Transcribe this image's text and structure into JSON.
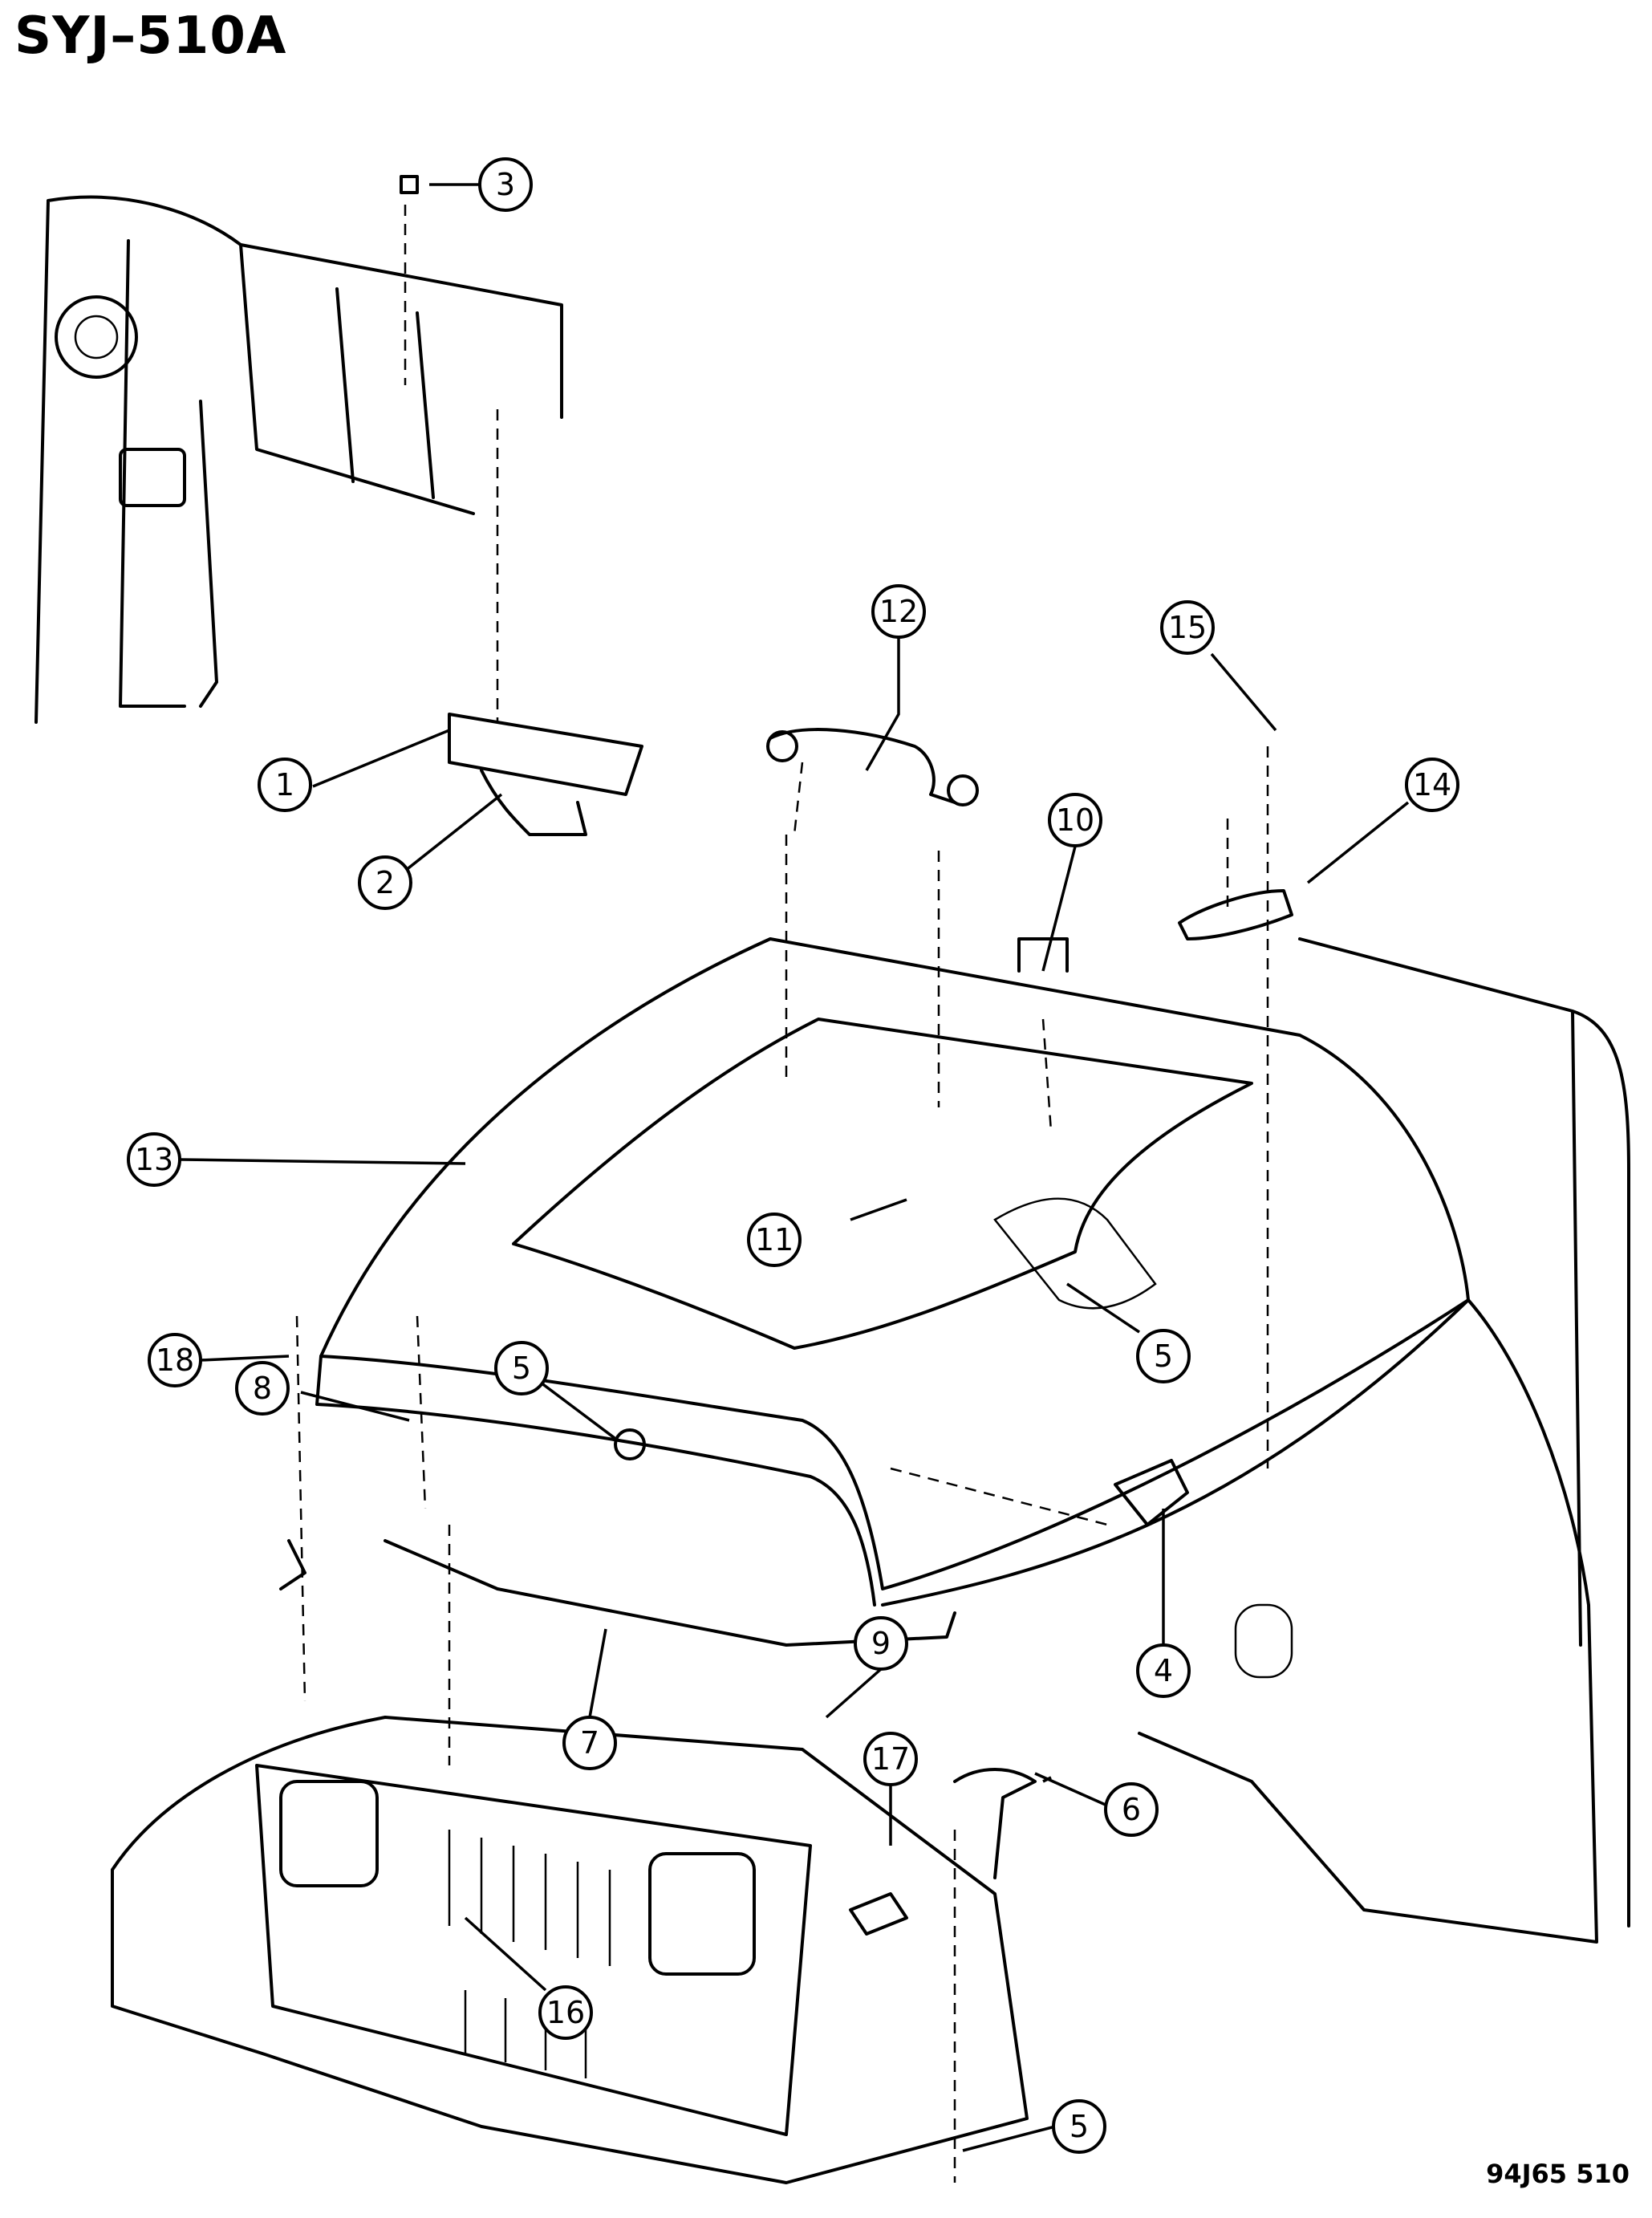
{
  "title": "SYJ–510A",
  "reference_code": "94J65 510",
  "callouts": [
    "1",
    "2",
    "3",
    "4",
    "5",
    "6",
    "7",
    "8",
    "9",
    "10",
    "11",
    "12",
    "13",
    "14",
    "15",
    "16",
    "17",
    "18"
  ]
}
